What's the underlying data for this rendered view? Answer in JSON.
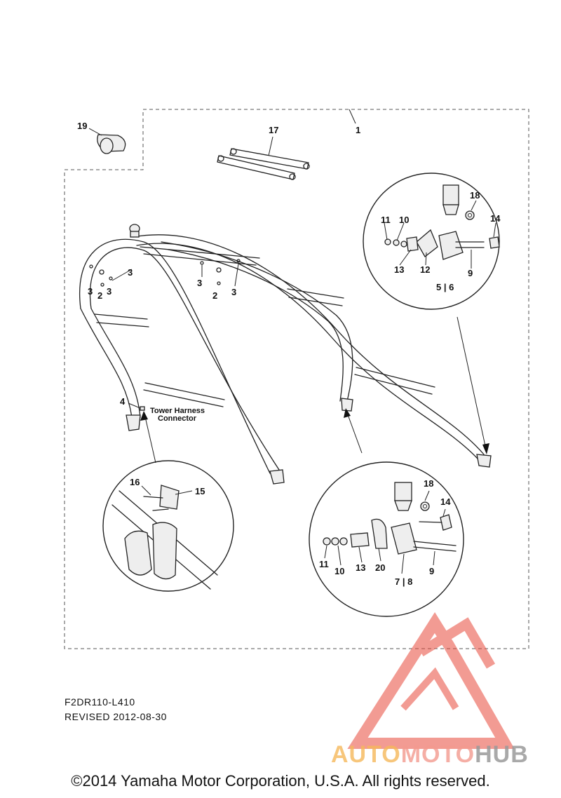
{
  "callouts": {
    "c1": "1",
    "c2a": "2",
    "c2b": "2",
    "c3a": "3",
    "c3b": "3",
    "c3c": "3",
    "c3d": "3",
    "c4": "4",
    "c56": "5 | 6",
    "c78": "7 | 8",
    "c9a": "9",
    "c9b": "9",
    "c10a": "10",
    "c10b": "10",
    "c11a": "11",
    "c11b": "11",
    "c12": "12",
    "c13a": "13",
    "c13b": "13",
    "c14a": "14",
    "c14b": "14",
    "c15": "15",
    "c16": "16",
    "c17": "17",
    "c18a": "18",
    "c18b": "18",
    "c19": "19",
    "c20": "20"
  },
  "connector_label": {
    "line1": "Tower Harness",
    "line2": "Connector"
  },
  "figure_code": "F2DR110-L410",
  "revision": "REVISED 2012-08-30",
  "watermark": {
    "part1": "AUTO",
    "part2": "MOTO",
    "part3": "HUB",
    "color_a": "#f5b85a",
    "color_b": "#f39a8f",
    "color_c": "#9a9a9a",
    "logo_color": "#e84b3c"
  },
  "copyright": "©2014 Yamaha Motor Corporation, U.S.A. All rights reserved."
}
